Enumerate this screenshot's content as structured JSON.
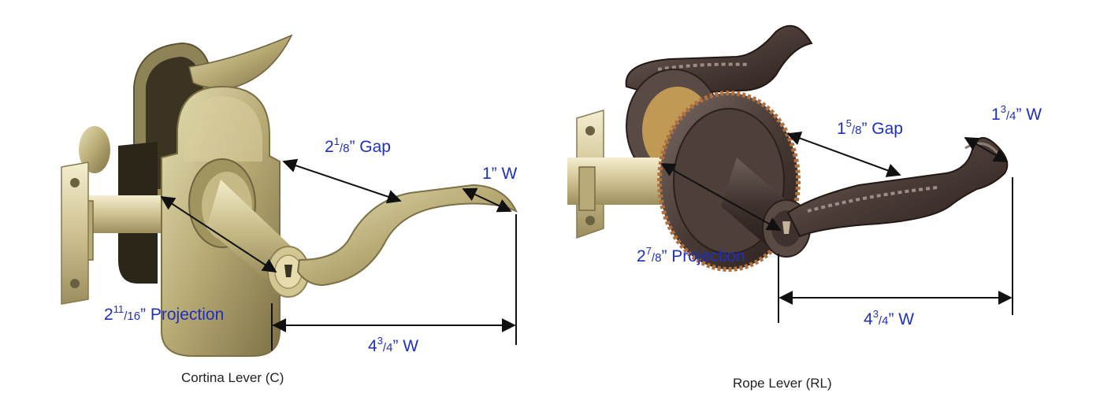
{
  "products": [
    {
      "caption": "Cortina Lever (C)",
      "finish_color": "#b9ad7a",
      "dimensions": {
        "gap": {
          "whole": "2",
          "num": "1",
          "den": "8",
          "suffix": "” Gap"
        },
        "width": {
          "text": "1” W"
        },
        "projection": {
          "whole": "2",
          "num": "11",
          "den": "16",
          "suffix": "” Projection"
        },
        "overall_width": {
          "whole": "4",
          "num": "3",
          "den": "4",
          "suffix": "” W"
        }
      }
    },
    {
      "caption": "Rope Lever (RL)",
      "finish_color": "#4a3a35",
      "dimensions": {
        "gap": {
          "whole": "1",
          "num": "5",
          "den": "8",
          "suffix": "” Gap"
        },
        "width": {
          "whole": "1",
          "num": "3",
          "den": "4",
          "suffix": "” W"
        },
        "projection": {
          "whole": "2",
          "num": "7",
          "den": "8",
          "suffix": "” Projection"
        },
        "overall_width": {
          "whole": "4",
          "num": "3",
          "den": "4",
          "suffix": "” W"
        }
      }
    }
  ],
  "colors": {
    "label_blue": "#1f2fbf",
    "arrow": "#111111",
    "caption": "#222222"
  }
}
